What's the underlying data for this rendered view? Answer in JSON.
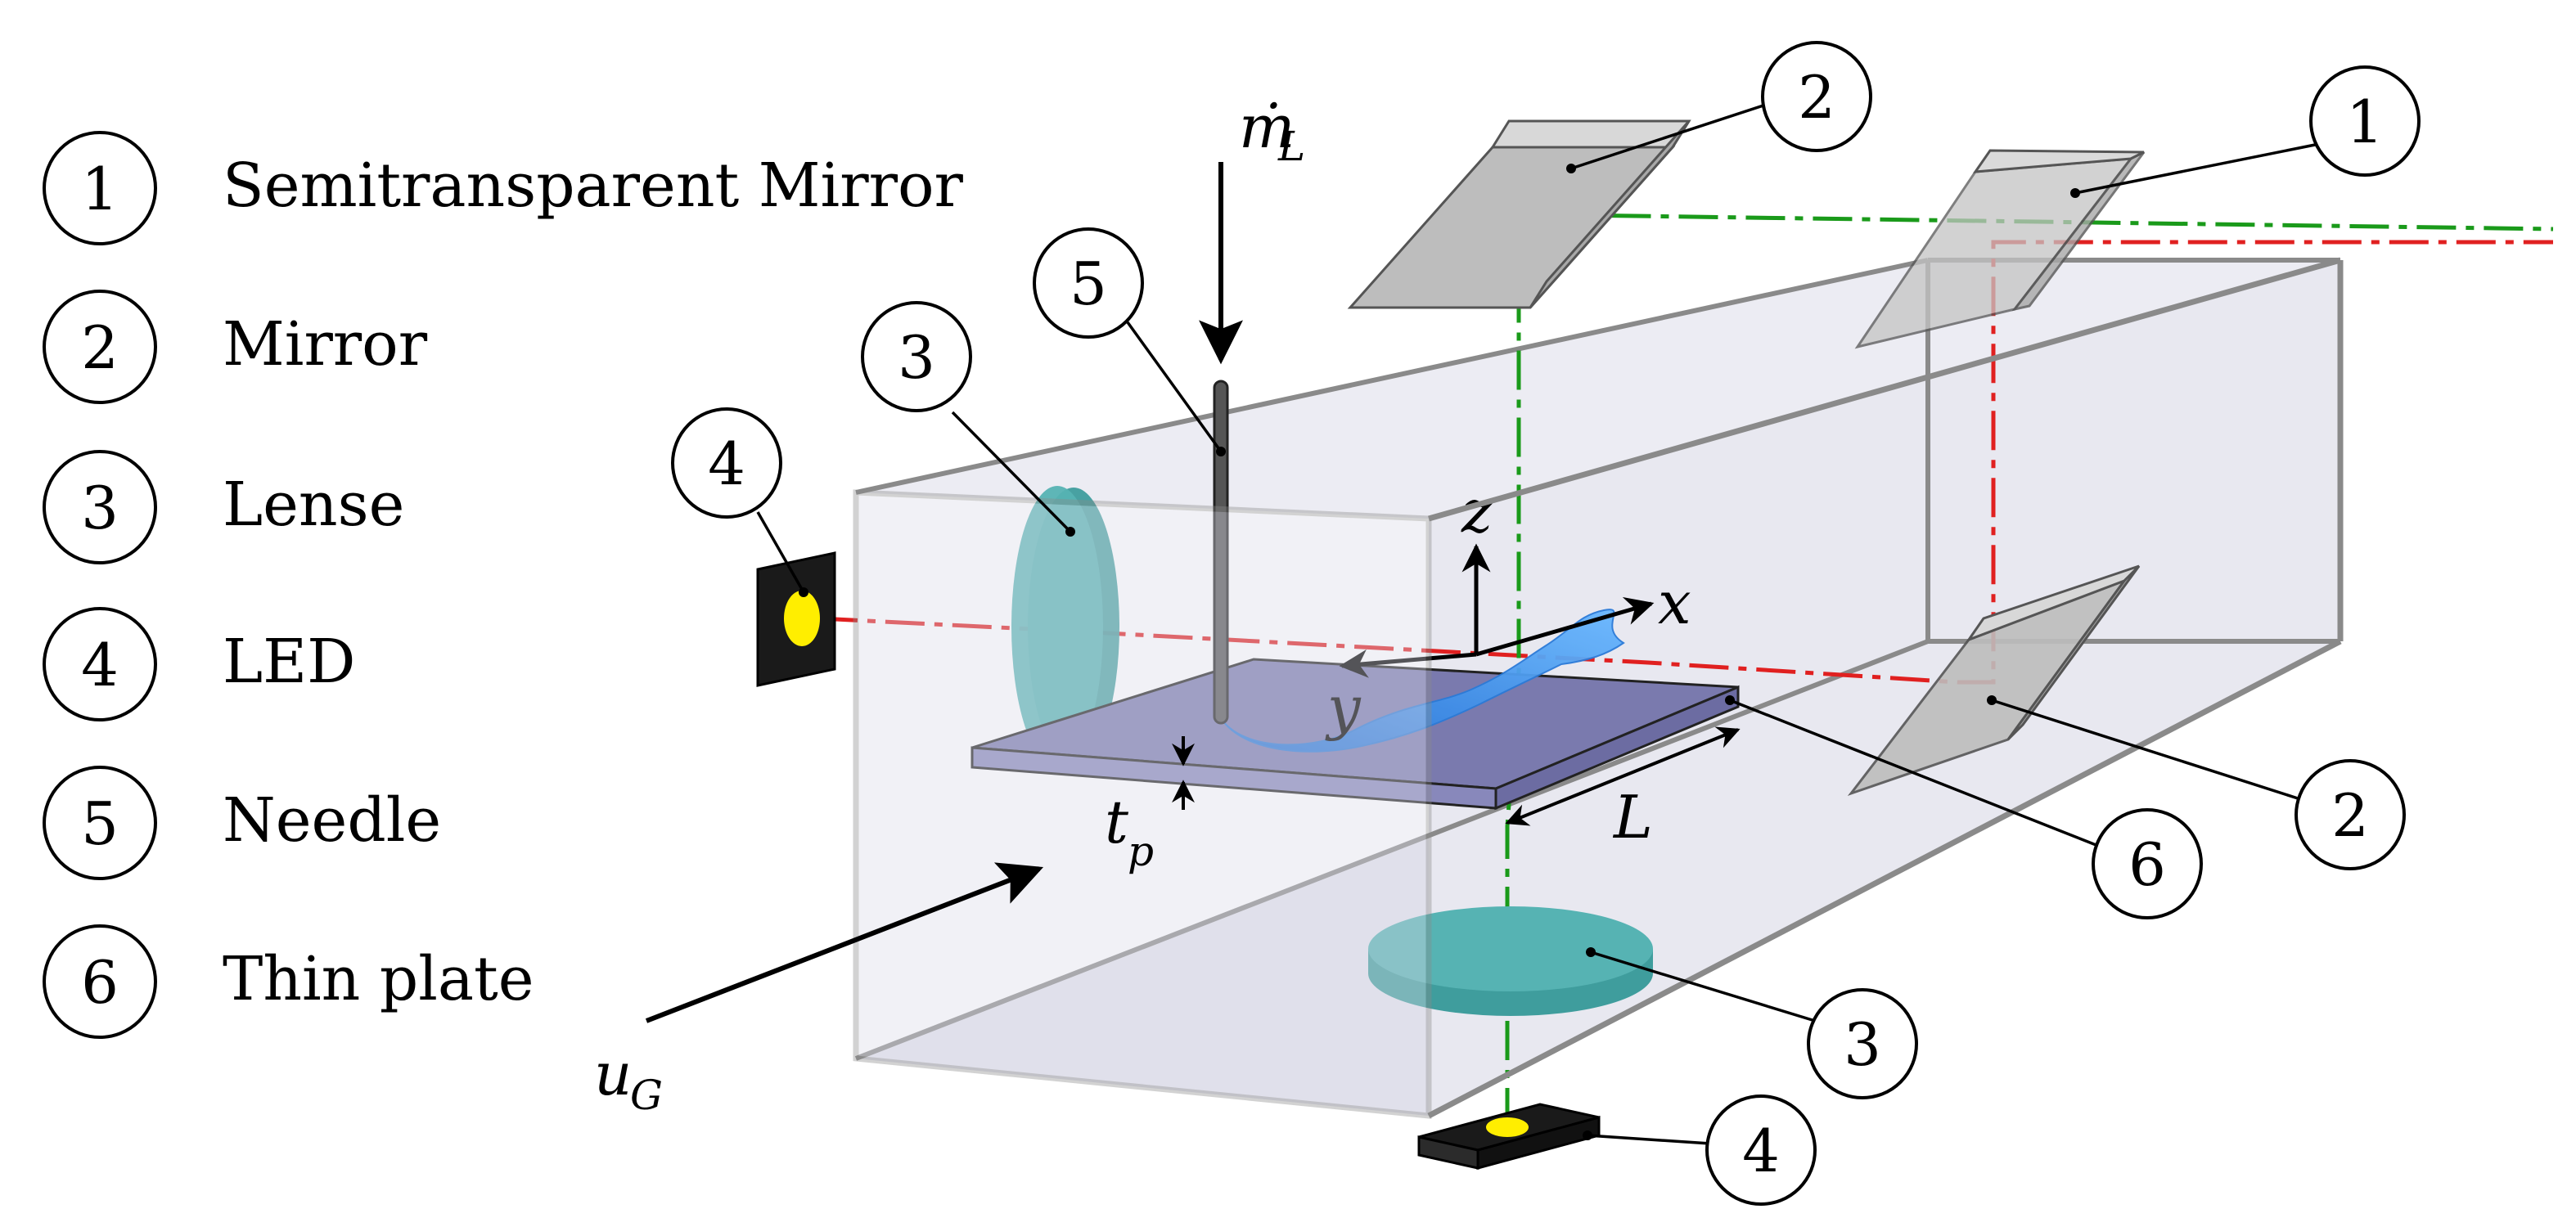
{
  "legend": [
    {
      "num": "1",
      "label": "Semitransparent Mirror"
    },
    {
      "num": "2",
      "label": "Mirror"
    },
    {
      "num": "3",
      "label": "Lense"
    },
    {
      "num": "4",
      "label": "LED"
    },
    {
      "num": "5",
      "label": "Needle"
    },
    {
      "num": "6",
      "label": "Thin plate"
    }
  ],
  "callouts": {
    "mirror_top": "2",
    "semi_mirror": "1",
    "needle": "5",
    "lens_left": "3",
    "led_left": "4",
    "mirror_bottom": "2",
    "plate": "6",
    "lens_bottom": "3",
    "led_bottom": "4"
  },
  "symbols": {
    "mass_flow": "ṁ",
    "mass_flow_sub": "L",
    "axis_z": "z",
    "axis_x": "x",
    "axis_y": "y",
    "thickness": "t",
    "thickness_sub": "p",
    "length": "L",
    "gas_velocity": "u",
    "gas_velocity_sub": "G"
  },
  "colors": {
    "channel_fill": "#e6e6ef",
    "channel_edge": "#8a8a8a",
    "plate_top": "#7a7aae",
    "lens": "#4eaaaa",
    "mirror": "#cccccc",
    "laser_red": "#e02020",
    "laser_green": "#1a9a1a",
    "led_body": "#1a1a1a",
    "led_light": "#ffee00",
    "jet": "#3a8ee6"
  }
}
